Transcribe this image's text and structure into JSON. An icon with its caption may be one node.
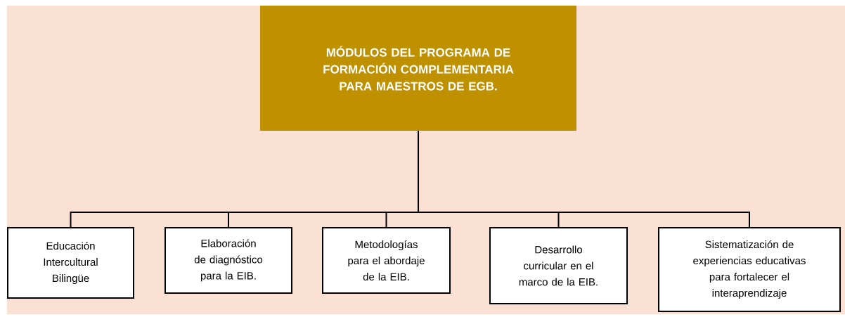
{
  "diagram": {
    "nodes": [
      {
        "text": [
          "MÓDULOS DEL PROGRAMA DE FORMACIÓN COMPLEMENTARIA PARA MAESTROS DE EGB."
        ]
      },
      {
        "text": [
          "Educación Intercultural Bilingüe"
        ]
      },
      {
        "text": [
          "Elaboración de diagnóstico para la EIB."
        ]
      },
      {
        "text": [
          "Metodologías para el abordaje de la EIB."
        ]
      },
      {
        "text": [
          "Desarrollo curricular en el marco de la EIB."
        ]
      },
      {
        "text": [
          "Sistematización de experiencias educativas para fortalecer el interaprendizaje"
        ]
      }
    ],
    "edges": [
      {
        "from": 0,
        "to": 1,
        "arrow": "none"
      },
      {
        "from": 0,
        "to": 2,
        "arrow": "none"
      },
      {
        "from": 0,
        "to": 3,
        "arrow": "none"
      },
      {
        "from": 0,
        "to": 4,
        "arrow": "none"
      },
      {
        "from": 0,
        "to": 5,
        "arrow": "none"
      }
    ]
  }
}
